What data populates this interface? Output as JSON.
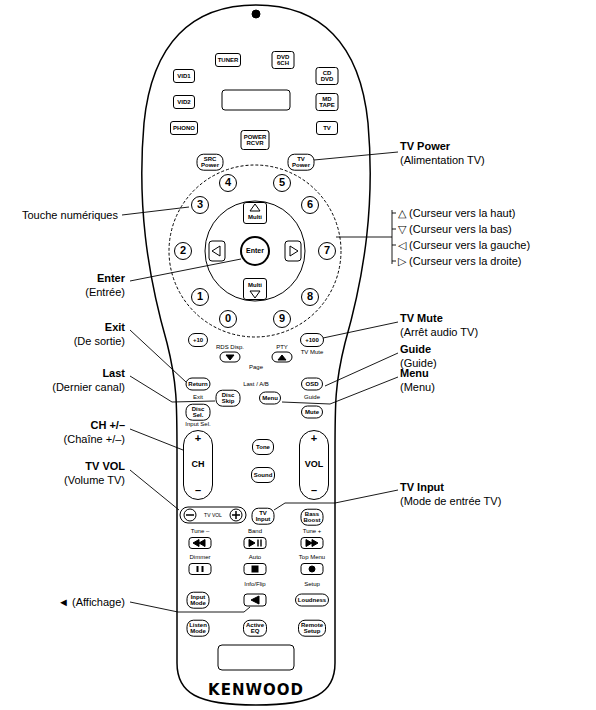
{
  "diagram": {
    "nodes": [
      {
        "text": [
          "KENWOOD"
        ]
      },
      {
        "text": [
          "VID1"
        ],
        "in": 0
      },
      {
        "text": [
          "TUNER"
        ],
        "in": 0
      },
      {
        "text": [
          "DVD 6CH"
        ],
        "in": 0
      },
      {
        "text": [
          "CD DVD"
        ],
        "in": 0
      },
      {
        "text": [
          "VID2"
        ],
        "in": 0
      },
      {
        "text": [
          "MD TAPE"
        ],
        "in": 0
      },
      {
        "text": [
          "PHONO"
        ],
        "in": 0
      },
      {
        "text": [
          "TV"
        ],
        "in": 0
      },
      {
        "text": [
          "POWER RCVR"
        ],
        "in": 0
      },
      {
        "text": [
          "SRC Power"
        ],
        "in": 0
      },
      {
        "text": [
          "TV Power"
        ],
        "in": 0
      },
      {
        "text": [
          "4"
        ],
        "in": 0
      },
      {
        "text": [
          "5"
        ],
        "in": 0
      },
      {
        "text": [
          "3"
        ],
        "in": 0
      },
      {
        "text": [
          "6"
        ],
        "in": 0
      },
      {
        "text": [
          "Multi"
        ],
        "in": 0
      },
      {
        "text": [
          "2"
        ],
        "in": 0
      },
      {
        "text": [
          "Enter"
        ],
        "in": 0
      },
      {
        "text": [
          "7"
        ],
        "in": 0
      },
      {
        "text": [
          "Multi"
        ],
        "in": 0
      },
      {
        "text": [
          "1"
        ],
        "in": 0
      },
      {
        "text": [
          "8"
        ],
        "in": 0
      },
      {
        "text": [
          "0"
        ],
        "in": 0
      },
      {
        "text": [
          "9"
        ],
        "in": 0
      },
      {
        "text": [
          "+10"
        ],
        "in": 0
      },
      {
        "text": [
          "+100"
        ],
        "in": 0
      },
      {
        "text": [
          "Return"
        ],
        "in": 0
      },
      {
        "text": [
          "OSD"
        ],
        "in": 0
      },
      {
        "text": [
          "Disc Skip"
        ],
        "in": 0
      },
      {
        "text": [
          "Menu"
        ],
        "in": 0
      },
      {
        "text": [
          "Disc Sel."
        ],
        "in": 0
      },
      {
        "text": [
          "Mute"
        ],
        "in": 0
      },
      {
        "text": [
          "+",
          "CH",
          "–"
        ],
        "in": 0
      },
      {
        "text": [
          "Tone"
        ],
        "in": 0
      },
      {
        "text": [
          "Sound"
        ],
        "in": 0
      },
      {
        "text": [
          "+",
          "VOL",
          "–"
        ],
        "in": 0
      },
      {
        "text": [
          "TV Input"
        ],
        "in": 0
      },
      {
        "text": [
          "Bass Boost"
        ],
        "in": 0
      },
      {
        "text": [
          "Input Mode"
        ],
        "in": 0
      },
      {
        "text": [
          "Loudness"
        ],
        "in": 0
      },
      {
        "text": [
          "Listen Mode"
        ],
        "in": 0
      },
      {
        "text": [
          "Active EQ"
        ],
        "in": 0
      },
      {
        "text": [
          "Remote Setup"
        ],
        "in": 0
      }
    ],
    "labels": [
      "RDS Disp.",
      "PTY",
      "TV Mute",
      "Page",
      "Exit",
      "Last / A/B",
      "Guide",
      "Input Sel.",
      "TV VOL",
      "Tune –",
      "Band",
      "Tune +",
      "Dimmer",
      "Auto",
      "Top Menu",
      "Info/Flip",
      "Setup",
      "Touche numériques",
      "Enter",
      "(Entrée)",
      "Exit",
      "(De sortie)",
      "Last",
      "(Dernier canal)",
      "CH +/–",
      "(Chaîne +/–)",
      "TV VOL",
      "(Volume TV)",
      "◄ (Affichage)",
      "TV Power",
      "(Alimentation TV)",
      "△ (Curseur vers la haut)",
      "▽ (Curseur vers la bas)",
      "◁ (Curseur vers la gauche)",
      "▷ (Curseur vers la droite)",
      "TV Mute",
      "(Arrêt audio TV)",
      "Guide",
      "(Guide)",
      "Menu",
      "(Menu)",
      "TV Input",
      "(Mode de entrée TV)"
    ]
  }
}
